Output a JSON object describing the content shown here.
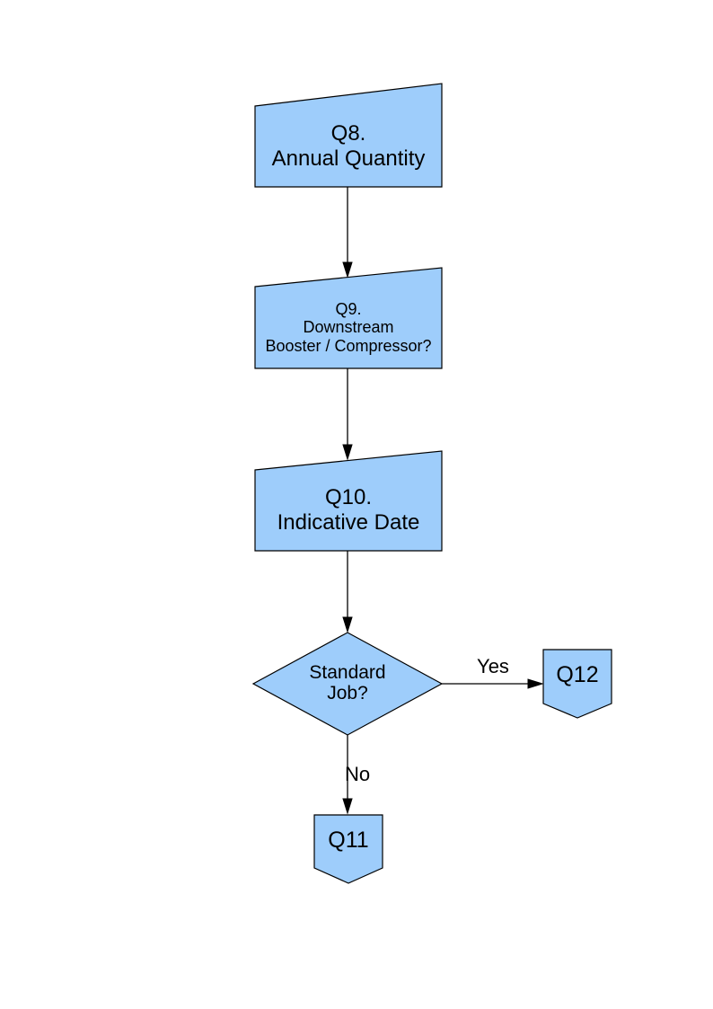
{
  "flowchart": {
    "style": {
      "node_fill": "#9ECDFB",
      "node_stroke": "#000000",
      "edge_color": "#000000",
      "page_background": "#FFFFFF"
    },
    "nodes": {
      "q8": {
        "id": "Q8",
        "shape": "manual-input",
        "label": "Q8.\nAnnual Quantity"
      },
      "q9": {
        "id": "Q9",
        "shape": "manual-input",
        "label": "Q9.\nDownstream\nBooster / Compressor?"
      },
      "q10": {
        "id": "Q10",
        "shape": "manual-input",
        "label": "Q10.\nIndicative Date"
      },
      "decision": {
        "id": "standard-job",
        "shape": "decision",
        "label": "Standard\nJob?"
      },
      "q12": {
        "id": "Q12",
        "shape": "off-page-connector",
        "label": "Q12"
      },
      "q11": {
        "id": "Q11",
        "shape": "off-page-connector",
        "label": "Q11"
      }
    },
    "edges": {
      "q8_to_q9": {
        "from": "q8",
        "to": "q9",
        "label": ""
      },
      "q9_to_q10": {
        "from": "q9",
        "to": "q10",
        "label": ""
      },
      "q10_to_decision": {
        "from": "q10",
        "to": "decision",
        "label": ""
      },
      "decision_to_q12": {
        "from": "decision",
        "to": "q12",
        "label": "Yes"
      },
      "decision_to_q11": {
        "from": "decision",
        "to": "q11",
        "label": "No"
      }
    }
  }
}
